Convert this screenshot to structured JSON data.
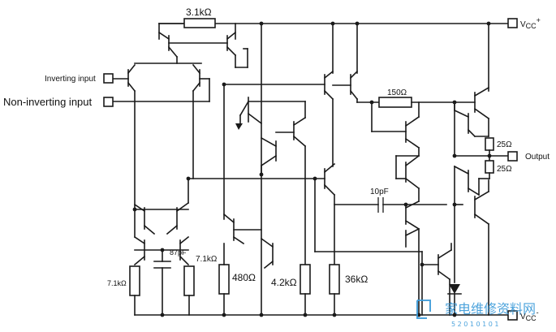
{
  "labels": {
    "vcc_pos": "V",
    "vcc_pos_sub": "CC",
    "vcc_pos_sup": "+",
    "vcc_neg": "V",
    "vcc_neg_sub": "CC",
    "vcc_neg_sup": "-",
    "inverting_input": "Inverting input",
    "non_inverting_input": "Non-inverting input",
    "output": "Output"
  },
  "components": {
    "r_top": "3.1kΩ",
    "r_150": "150Ω",
    "r_25_upper": "25Ω",
    "r_25_lower": "25Ω",
    "c_10pf": "10pF",
    "c_87pf": "87pF",
    "r_71_left": "7.1kΩ",
    "r_71_right": "7.1kΩ",
    "r_480": "480Ω",
    "r_42k": "4.2kΩ",
    "r_36k": "36kΩ"
  },
  "watermark": {
    "text": "家电维修资料网",
    "url": "5 2 0 1 0 1 0 1"
  },
  "colors": {
    "wire": "#1a1a1a",
    "watermark": "#3a9ad9"
  }
}
